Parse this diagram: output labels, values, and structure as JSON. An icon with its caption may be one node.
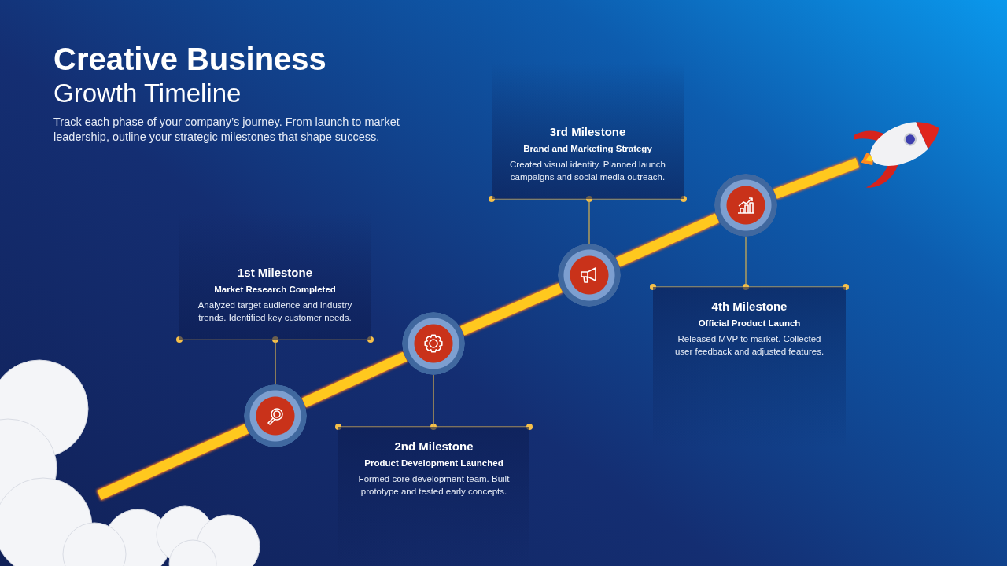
{
  "diagram": {
    "title": "**Creative Business** Growth Timeline",
    "nodes": [
      {
        "text": [
          "1st Milestone",
          "Market Research Completed",
          "Analyzed target audience and industry trends. Identified key customer needs."
        ]
      },
      {
        "text": [],
        "shape": "circle"
      },
      {
        "text": [
          "2nd Milestone",
          "Product Development Launched",
          "Formed core development team. Built prototype and tested early concepts."
        ]
      },
      {
        "text": [],
        "shape": "circle"
      },
      {
        "text": [
          "3rd Milestone",
          "Brand and Marketing Strategy",
          "Created visual identity. Planned launch campaigns and social media outreach."
        ]
      },
      {
        "text": [],
        "shape": "circle"
      },
      {
        "text": [
          "4th Milestone",
          "Official Product Launch",
          "Released MVP to market. Collected user feedback and adjusted features."
        ]
      },
      {
        "text": [],
        "shape": "circle"
      },
      {
        "text": [],
        "shape": "cloud"
      },
      {
        "text": [],
        "shape": "picture"
      }
    ],
    "edges": [
      {
        "from": 0,
        "to": 1,
        "arrow": "none"
      },
      {
        "from": 2,
        "to": 3,
        "arrow": "none"
      },
      {
        "from": 4,
        "to": 5,
        "arrow": "none"
      },
      {
        "from": 6,
        "to": 7,
        "arrow": "none"
      },
      {
        "from": 8,
        "to": 1,
        "arrow": "none"
      },
      {
        "from": 1,
        "to": 3,
        "arrow": "none"
      },
      {
        "from": 3,
        "to": 5,
        "arrow": "none"
      },
      {
        "from": 5,
        "to": 7,
        "arrow": "none"
      },
      {
        "from": 7,
        "to": 9,
        "arrow": "none"
      }
    ],
    "labels": [
      "Track each phase of your company’s journey. From launch to market leadership, outline your strategic milestones that shape success."
    ]
  }
}
